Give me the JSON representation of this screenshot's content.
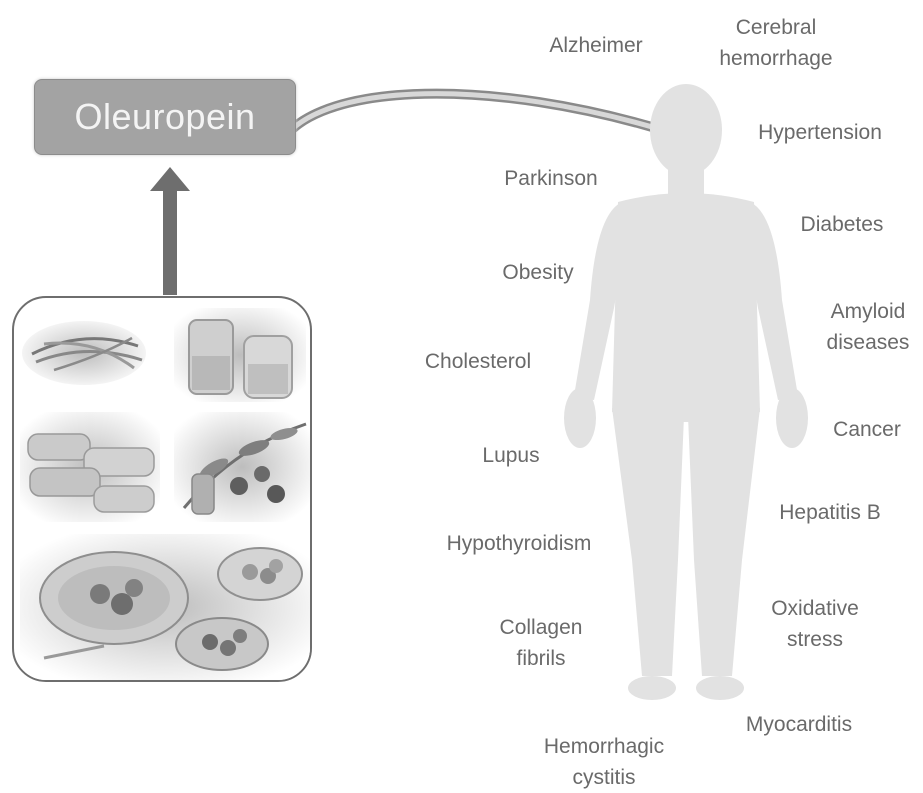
{
  "diagram": {
    "compound_label": "Oleuropein",
    "conditions": [
      "Alzheimer",
      "Cerebral hemorrhage",
      "Hypertension",
      "Parkinson",
      "Diabetes",
      "Obesity",
      "Amyloid diseases",
      "Cholesterol",
      "Cancer",
      "Lupus",
      "Hepatitis B",
      "Hypothyroidism",
      "Oxidative stress",
      "Collagen fibrils",
      "Myocarditis",
      "Hemorrhagic cystitis"
    ]
  },
  "colors": {
    "box_fill": "#a3a3a3",
    "arrow": "#6e6e6e",
    "body_silhouette": "#e2e2e2",
    "label_text": "#6a6a6a"
  }
}
